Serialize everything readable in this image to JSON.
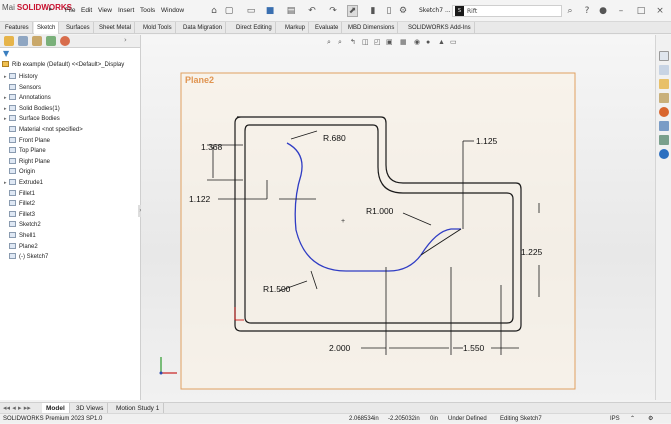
{
  "app": {
    "logo_prefix": "Mai",
    "logo_text": "SOLIDWORKS"
  },
  "menu": [
    "File",
    "Edit",
    "View",
    "Insert",
    "Tools",
    "Window"
  ],
  "document_title": "Sketch7 ...",
  "search": {
    "value": "Rift"
  },
  "command_tabs": [
    {
      "label": "Features",
      "active": false
    },
    {
      "label": "Sketch",
      "active": true
    },
    {
      "label": "Surfaces",
      "active": false
    },
    {
      "label": "Sheet Metal",
      "active": false
    },
    {
      "label": "Mold Tools",
      "active": false
    },
    {
      "label": "Data Migration",
      "active": false
    },
    {
      "label": "Direct Editing",
      "active": false
    },
    {
      "label": "Markup",
      "active": false
    },
    {
      "label": "Evaluate",
      "active": false
    },
    {
      "label": "MBD Dimensions",
      "active": false
    },
    {
      "label": "SOLIDWORKS Add-Ins",
      "active": false
    }
  ],
  "tree": {
    "root": "Rib example (Default) <<Default>_Display",
    "items": [
      {
        "label": "History",
        "exp": "▸"
      },
      {
        "label": "Sensors",
        "exp": ""
      },
      {
        "label": "Annotations",
        "exp": "▸"
      },
      {
        "label": "Solid Bodies(1)",
        "exp": "▸"
      },
      {
        "label": "Surface Bodies",
        "exp": "▸"
      },
      {
        "label": "Material <not specified>",
        "exp": ""
      },
      {
        "label": "Front Plane",
        "exp": ""
      },
      {
        "label": "Top Plane",
        "exp": ""
      },
      {
        "label": "Right Plane",
        "exp": ""
      },
      {
        "label": "Origin",
        "exp": ""
      },
      {
        "label": "Extrude1",
        "exp": "▸"
      },
      {
        "label": "Fillet1",
        "exp": ""
      },
      {
        "label": "Fillet2",
        "exp": ""
      },
      {
        "label": "Fillet3",
        "exp": ""
      },
      {
        "label": "Sketch2",
        "exp": ""
      },
      {
        "label": "Shell1",
        "exp": ""
      },
      {
        "label": "Plane2",
        "exp": ""
      },
      {
        "label": "(-) Sketch7",
        "exp": ""
      }
    ]
  },
  "viewport": {
    "plane_label": "Plane2",
    "dimensions": {
      "r680": "R.680",
      "d1368": "1.368",
      "d1122": "1.122",
      "d1125": "1.125",
      "r1000": "R1.000",
      "d1225": "1.225",
      "r1500": "R1.500",
      "d2000": "2.000",
      "d1550": "1.550"
    }
  },
  "bottom_tabs": [
    {
      "label": "Model",
      "active": true
    },
    {
      "label": "3D Views",
      "active": false
    },
    {
      "label": "Motion Study 1",
      "active": false
    }
  ],
  "status": {
    "product": "SOLIDWORKS Premium 2023 SP1.0",
    "x": "2.068534in",
    "y": "-2.205032in",
    "z": "0in",
    "state": "Under Defined",
    "editing": "Editing Sketch7",
    "units": "IPS"
  },
  "colors": {
    "accent": "#c8102e",
    "plane": "#e0a060",
    "sketch_selected": "#2f3cc4"
  }
}
